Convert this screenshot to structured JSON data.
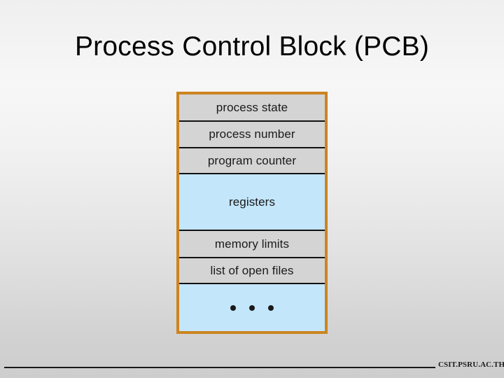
{
  "slide": {
    "title": "Process Control Block (PCB)",
    "background_top_color": "#f4f4f4",
    "background_bottom_color": "#cdcdcd"
  },
  "diagram": {
    "name": "process-control-block",
    "border_color": "#cc8420",
    "gray_row_color": "#d4d4d4",
    "blue_row_color": "#c3e6fa",
    "separator_color": "#121212",
    "rows": [
      {
        "label": "process state",
        "fill": "gray"
      },
      {
        "label": "process number",
        "fill": "gray"
      },
      {
        "label": "program counter",
        "fill": "gray"
      },
      {
        "label": "registers",
        "fill": "blue"
      },
      {
        "label": "memory limits",
        "fill": "gray"
      },
      {
        "label": "list of open files",
        "fill": "gray"
      },
      {
        "label": "• • •",
        "fill": "blue"
      }
    ]
  },
  "footer": {
    "text": "CSIT.PSRU.AC.TH"
  }
}
